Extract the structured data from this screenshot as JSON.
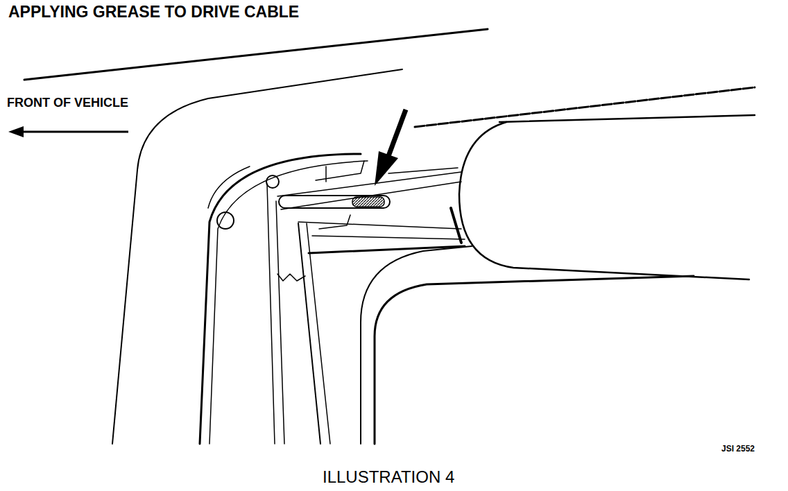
{
  "diagram": {
    "title": "APPLYING GREASE TO DRIVE CABLE",
    "caption": "ILLUSTRATION 4",
    "labels": [
      "FRONT OF VEHICLE",
      "JSI 2552"
    ]
  }
}
